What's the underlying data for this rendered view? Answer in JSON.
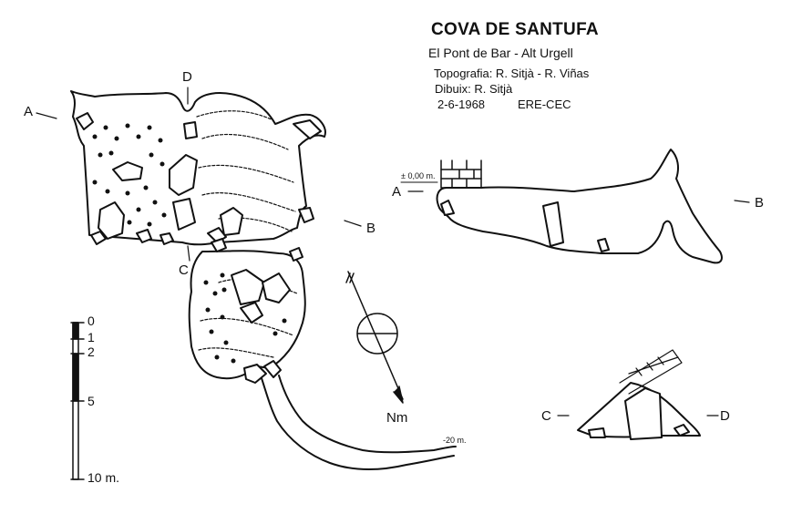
{
  "title": "COVA DE SANTUFA",
  "location": "El Pont de Bar - Alt Urgell",
  "credits": {
    "topografia": "Topografia: R. Sitjà - R. Viñas",
    "dibuix": "Dibuix: R. Sitjà",
    "date": "2-6-1968",
    "group": "ERE-CEC"
  },
  "section_labels": {
    "A_plan": "A",
    "B_plan": "B",
    "C_plan": "C",
    "D_plan": "D",
    "A_profile": "A",
    "B_profile": "B",
    "C_cross": "C",
    "D_cross": "D"
  },
  "datum_label": "± 0,00 m.",
  "depth_label": "-20 m.",
  "north_label": "Nm",
  "scale": {
    "labels": [
      "0",
      "1",
      "2",
      "5",
      "10 m."
    ]
  }
}
